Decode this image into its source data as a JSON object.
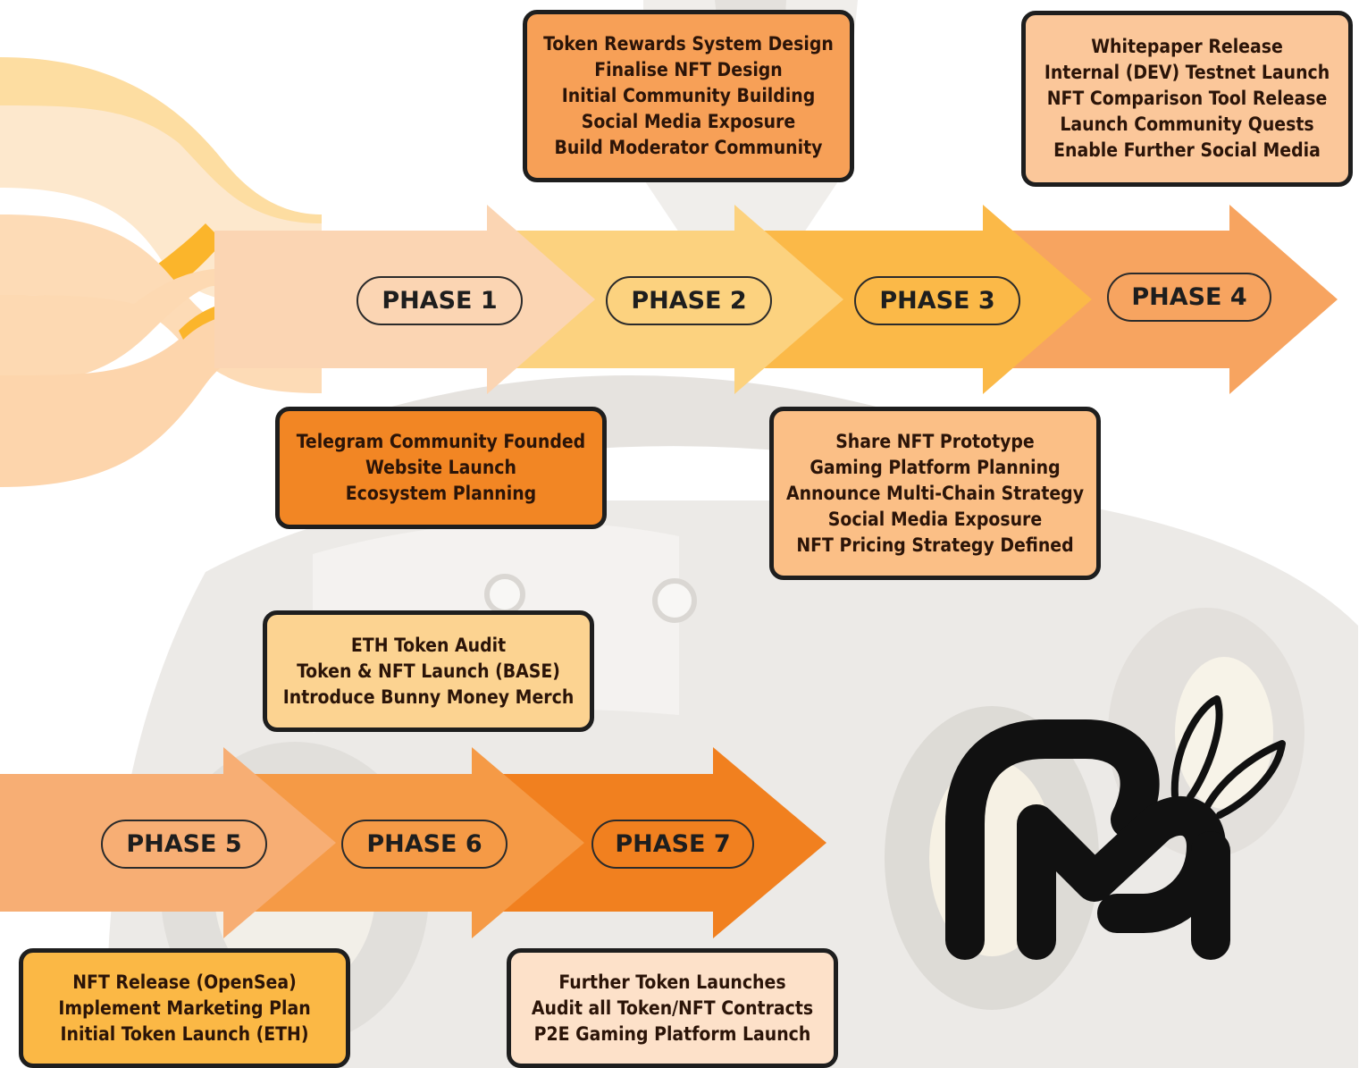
{
  "phases": [
    {
      "label": "PHASE 1",
      "color": "#fbd5b3"
    },
    {
      "label": "PHASE 2",
      "color": "#fcd27f"
    },
    {
      "label": "PHASE 3",
      "color": "#fbb948"
    },
    {
      "label": "PHASE 4",
      "color": "#f7a460"
    },
    {
      "label": "PHASE 5",
      "color": "#f7ae74"
    },
    {
      "label": "PHASE 6",
      "color": "#f59a46"
    },
    {
      "label": "PHASE 7",
      "color": "#f1801f"
    }
  ],
  "milestones": {
    "phase1": {
      "color": "#f28624",
      "items": [
        "Telegram Community Founded",
        "Website Launch",
        "Ecosystem Planning"
      ]
    },
    "phase2": {
      "color": "#f7a057",
      "items": [
        "Token Rewards System Design",
        "Finalise NFT Design",
        "Initial Community Building",
        "Social Media Exposure",
        "Build Moderator Community"
      ]
    },
    "phase3": {
      "color": "#fbbf86",
      "items": [
        "Share NFT Prototype",
        "Gaming Platform Planning",
        "Announce Multi-Chain Strategy",
        "Social Media Exposure",
        "NFT Pricing Strategy Defined"
      ]
    },
    "phase4": {
      "color": "#fbc79a",
      "items": [
        "Whitepaper Release",
        "Internal (DEV) Testnet Launch",
        "NFT Comparison Tool Release",
        "Launch Community Quests",
        "Enable Further Social Media"
      ]
    },
    "phase5": {
      "color": "#fbb845",
      "items": [
        "NFT Release (OpenSea)",
        "Implement Marketing Plan",
        "Initial Token Launch (ETH)"
      ]
    },
    "phase6": {
      "color": "#fcd391",
      "items": [
        "ETH Token Audit",
        "Token & NFT Launch (BASE)",
        "Introduce Bunny Money Merch"
      ]
    },
    "phase7": {
      "color": "#fde1c9",
      "items": [
        "Further Token Launches",
        "Audit all Token/NFT Contracts",
        "P2E Gaming Platform Launch"
      ]
    }
  },
  "logo": {
    "icon": "bunny-money-logo-icon",
    "color": "#111111"
  }
}
